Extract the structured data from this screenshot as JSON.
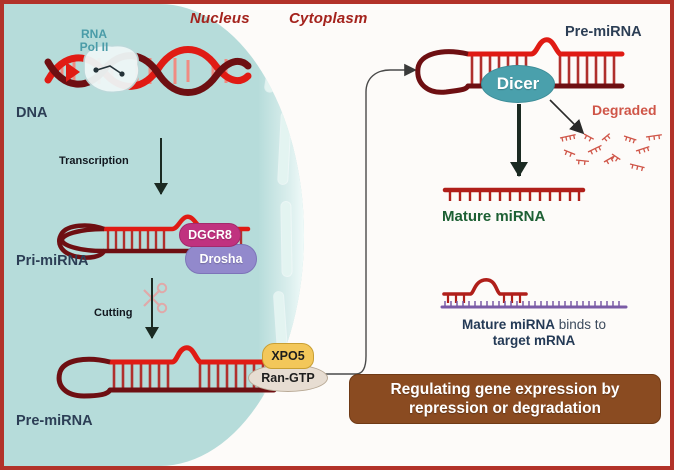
{
  "figure": {
    "title": "miRNA biogenesis pathway",
    "border_color": "#b23229",
    "nucleus_color": "#b6dcda",
    "cytoplasm_color": "#fdfbf9"
  },
  "compartments": {
    "nucleus": "Nucleus",
    "cytoplasm": "Cytoplasm"
  },
  "nucleus_panel": {
    "polymerase_line1": "RNA",
    "polymerase_line2": "Pol II",
    "dna_label": "DNA",
    "transcription_label": "Transcription",
    "pri_mirna_label": "Pri-miRNA",
    "dgcr8_label": "DGCR8",
    "drosha_label": "Drosha",
    "cutting_label": "Cutting",
    "pre_mirna_label": "Pre-miRNA",
    "xpo5_label": "XPO5",
    "ran_gtp_label": "Ran-GTP"
  },
  "cytoplasm_panel": {
    "pre_mirna_label": "Pre-miRNA",
    "dicer_label": "Dicer",
    "degraded_label": "Degraded",
    "mature_mirna_label": "Mature miRNA",
    "binding_bold": "Mature miRNA",
    "binding_rest": " binds to",
    "binding_line2": "target mRNA",
    "summary_line1": "Regulating gene expression by",
    "summary_line2": "repression or degradation"
  },
  "colors": {
    "dgcr8": "#c0327f",
    "drosha": "#9289cc",
    "dicer": "#4aa0ac",
    "xpo5": "#f3c75a",
    "ran_gtp": "#e7ddd2",
    "summary_box": "#8a4b21",
    "rna_bright": "#e01b14",
    "rna_dark": "#7c0f14",
    "mrna_purple": "#7a5ba6",
    "mature_text": "#1d6034",
    "degraded_text": "#cf5548",
    "compartment_text": "#a4231d",
    "bio_label_text": "#2c3e55",
    "polymerase_text": "#4a9ca8"
  }
}
